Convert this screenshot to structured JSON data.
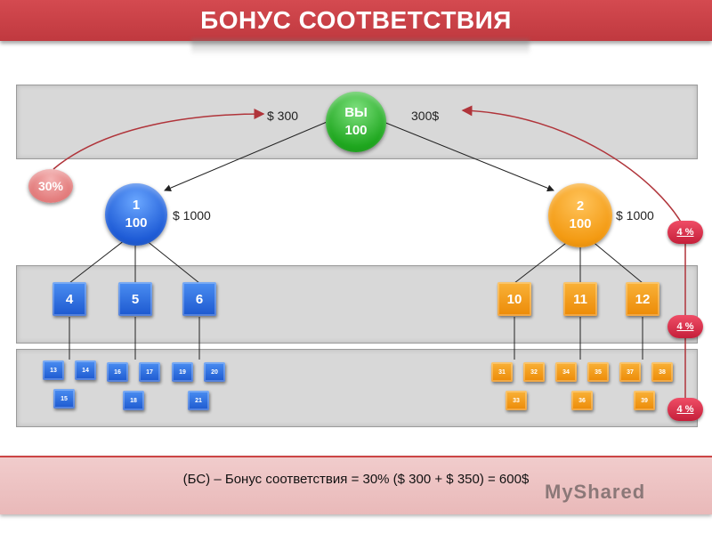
{
  "title": "БОНУС СООТВЕТСТВИЯ",
  "root": {
    "line1": "ВЫ",
    "line2": "100"
  },
  "root_left_amount": "$ 300",
  "root_right_amount": "300$",
  "percent_bubble": "30%",
  "level1": [
    {
      "id": "1",
      "value": "100",
      "amount": "$ 1000"
    },
    {
      "id": "2",
      "value": "100",
      "amount": "$ 1000"
    }
  ],
  "level2_left": [
    "4",
    "5",
    "6"
  ],
  "level2_right": [
    "10",
    "11",
    "12"
  ],
  "level3_left": [
    "13",
    "14",
    "15",
    "16",
    "17",
    "18",
    "19",
    "20",
    "21"
  ],
  "level3_right": [
    "31",
    "32",
    "33",
    "34",
    "35",
    "36",
    "37",
    "38",
    "39"
  ],
  "side_pcts": [
    "4 %",
    "4 %",
    "4 %"
  ],
  "formula": "(БС) – Бонус соответствия = 30% ($ 300 + $ 350) = 600$",
  "watermark": "MyShared",
  "colors": {
    "banner": "#c83c42",
    "blue": "#1e5bd6",
    "orange": "#f39a12",
    "green": "#1fa71f",
    "arrow": "#b0343a"
  }
}
